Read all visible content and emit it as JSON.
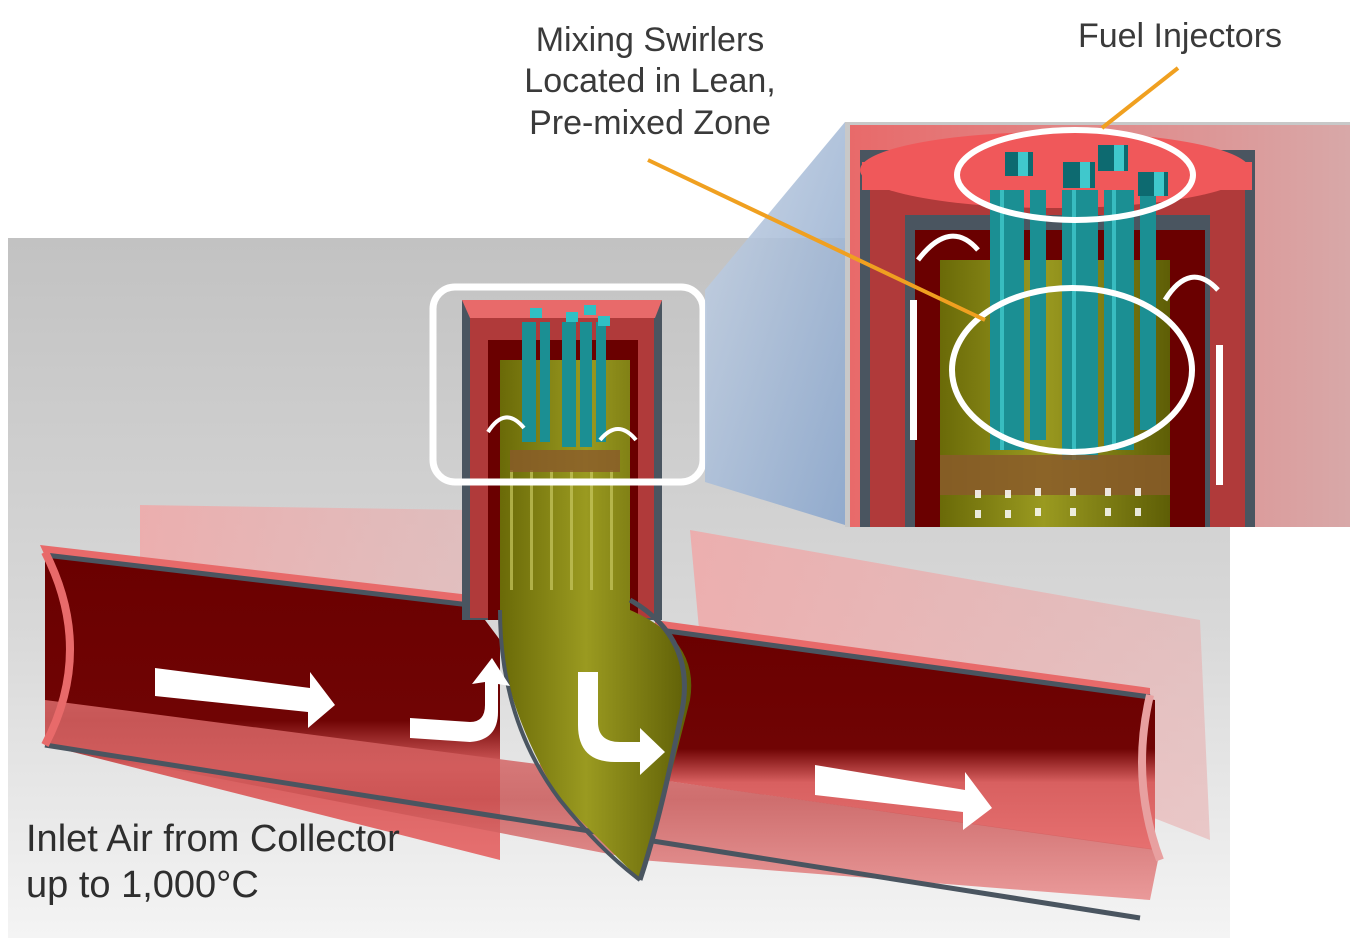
{
  "diagram": {
    "title_region": "solar-heated combustor cutaway",
    "labels": {
      "mixing_swirlers": {
        "lines": [
          "Mixing Swirlers",
          "Located in Lean,",
          "Pre-mixed Zone"
        ]
      },
      "fuel_injectors": {
        "lines": [
          "Fuel Injectors"
        ]
      },
      "inlet_air": {
        "lines": [
          "Inlet Air from Collector",
          "up to 1,000°C"
        ]
      }
    },
    "components": [
      "inlet-duct",
      "combustor-riser",
      "liner",
      "fuel-injectors",
      "mixing-swirlers",
      "detail-inset",
      "flow-arrows"
    ],
    "colors": {
      "duct_red": "#e8616a",
      "duct_dark": "#6b0000",
      "liner_olive": "#7a7a10",
      "injector_teal": "#1b8f93",
      "callout_orange": "#f0a020",
      "edge_slate": "#4a5560",
      "background_gray": "#d0d0d0",
      "arrow_white": "#ffffff"
    }
  }
}
